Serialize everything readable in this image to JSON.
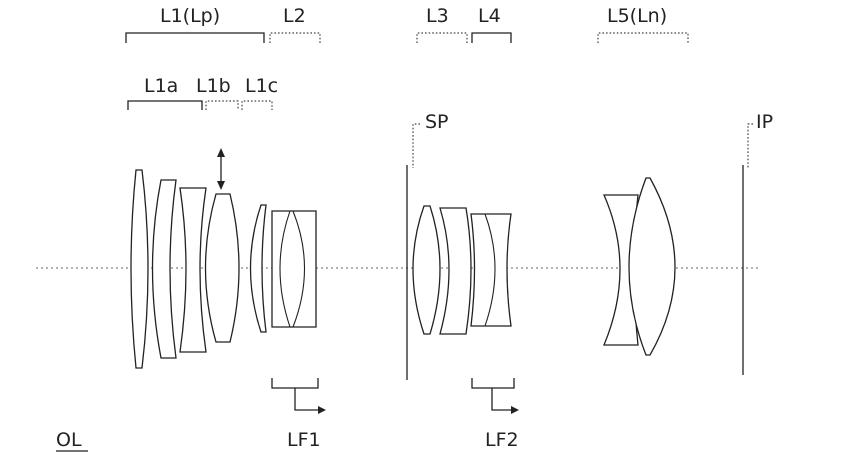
{
  "labels": {
    "l1": "L1(Lp)",
    "l2": "L2",
    "l3": "L3",
    "l4": "L4",
    "l5": "L5(Ln)",
    "l1a": "L1a",
    "l1b": "L1b",
    "l1c": "L1c",
    "sp": "SP",
    "ip": "IP",
    "lf1": "LF1",
    "lf2": "LF2",
    "ol": "OL"
  }
}
